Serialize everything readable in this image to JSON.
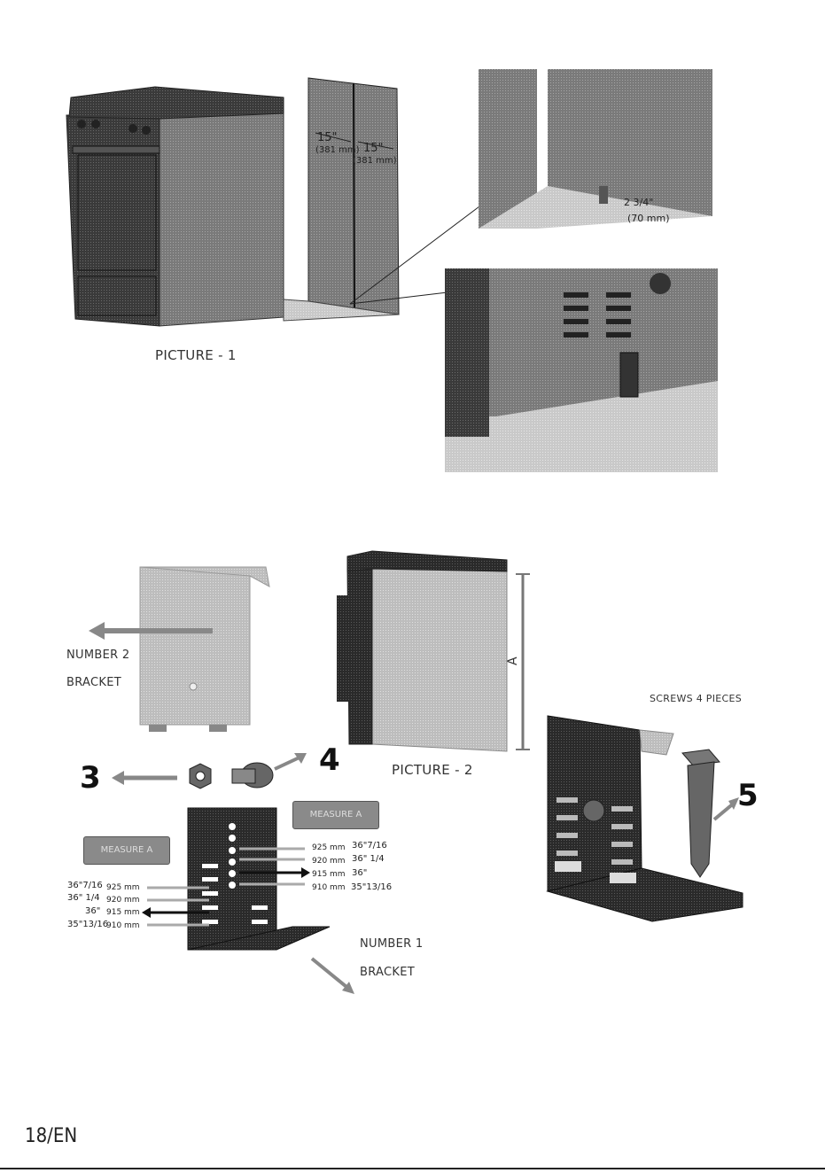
{
  "picture1": {
    "caption": "PICTURE - 1",
    "dim_left_in": "15\"",
    "dim_left_mm": "(381 mm)",
    "dim_right_in": "15\"",
    "dim_right_mm": "(381 mm)",
    "detail_in": "2 3/4\"",
    "detail_mm": "(70 mm)"
  },
  "picture2": {
    "caption": "PICTURE - 2",
    "dimension_letter": "A"
  },
  "bracket2": {
    "line1": "NUMBER 2",
    "line2": "BRACKET"
  },
  "bracket1": {
    "line1": "NUMBER 1",
    "line2": "BRACKET"
  },
  "screws": {
    "label": "SCREWS 4 PIECES"
  },
  "numbers": {
    "n3": "3",
    "n4": "4",
    "n5": "5"
  },
  "measure_badges": {
    "left": "MEASURE A",
    "right": "MEASURE A"
  },
  "measurements_right": [
    {
      "mm": "925 mm",
      "in": "36\"7/16"
    },
    {
      "mm": "920 mm",
      "in": "36\" 1/4"
    },
    {
      "mm": "915 mm",
      "in": "36\""
    },
    {
      "mm": "910 mm",
      "in": "35\"13/16"
    }
  ],
  "measurements_left": [
    {
      "in": "36\"7/16",
      "mm": "925 mm"
    },
    {
      "in": "36\" 1/4",
      "mm": "920 mm"
    },
    {
      "in": "36\"",
      "mm": "915 mm"
    },
    {
      "in": "35\"13/16",
      "mm": "910 mm"
    }
  ],
  "footer": {
    "page": "18/EN"
  }
}
